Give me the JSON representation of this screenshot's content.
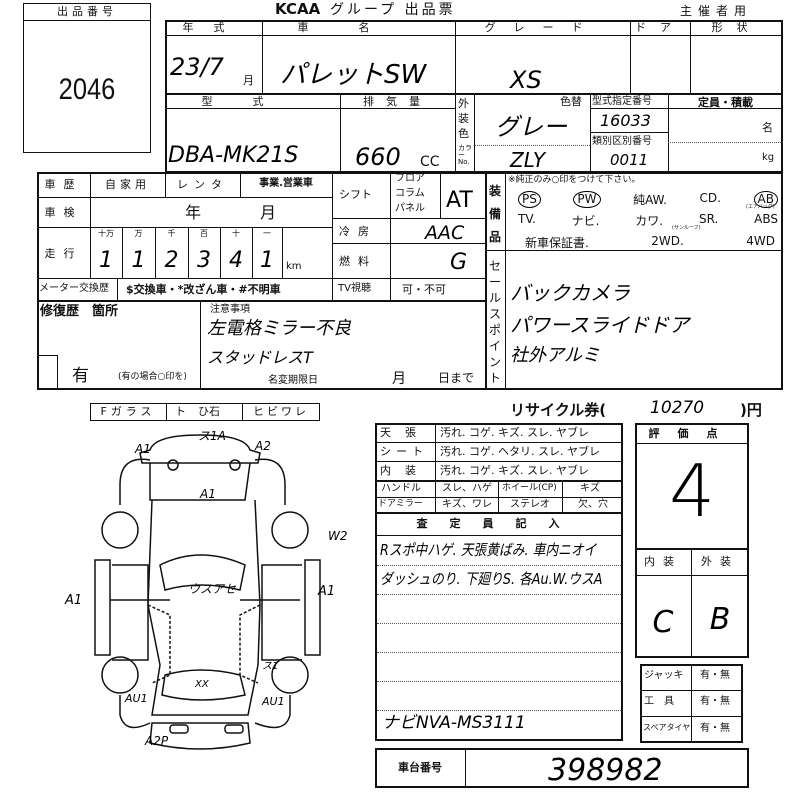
{
  "header": {
    "title_brand": "KCAA",
    "title": "グループ 出品票",
    "organizer": "主催者用"
  },
  "lot": {
    "label": "出品番号",
    "number": "2046"
  },
  "top": {
    "year_label": "年式",
    "year": "23/7",
    "month_unit": "月",
    "name_label": "車名",
    "name": "パレットSW",
    "grade_label": "グレード",
    "grade": "XS",
    "door_label": "ドア",
    "shape_label": "形状",
    "model_label": "型式",
    "model": "DBA-MK21S",
    "displacement_label": "排気量",
    "displacement": "660",
    "cc": "CC",
    "exterior_label": "外装色",
    "color_no_label": "カラーNo.",
    "color_change": "色替",
    "color": "グレー",
    "color_no": "ZLY",
    "type_no_label": "型式指定番号",
    "type_no": "16033",
    "class_no_label": "類別区別番号",
    "class_no": "0011",
    "capacity_label": "定員・積載",
    "persons_unit": "名",
    "kg_unit": "kg"
  },
  "history": {
    "label": "車歴",
    "options": [
      "自家用",
      "レンタ",
      "事業.営業車"
    ],
    "inspection_label": "車検",
    "inspection_year": "年",
    "inspection_month": "月",
    "mileage_label": "走行",
    "digit_labels": [
      "十万",
      "万",
      "千",
      "百",
      "十",
      "一"
    ],
    "digits": [
      "1",
      "1",
      "2",
      "3",
      "4",
      "1"
    ],
    "km": "km",
    "meter_label": "メーター交換歴",
    "meter_options": "$交換車・*改ざん車・#不明車",
    "repair_label": "修復歴　箇所",
    "repair_value": "有",
    "repair_note": "(有の場合○印を)",
    "notes_label": "注意事項",
    "notes": [
      "左電格ミラー不良",
      "スタッドレスT"
    ],
    "name_change_label": "名変期限日",
    "name_change_month": "月",
    "name_change_day": "日まで"
  },
  "mid": {
    "shift_label": "シフト",
    "shift_options": [
      "フロア",
      "コラム",
      "パネル"
    ],
    "shift": "AT",
    "ac_label": "冷房",
    "ac": "AAC",
    "fuel_label": "燃料",
    "fuel": "G",
    "tv_label": "TV視聴",
    "tv_options": "可・不可"
  },
  "equipment": {
    "label": "装備品",
    "note": "※純正のみ○印をつけて下さい。",
    "row1": [
      "PS",
      "PW",
      "純AW.",
      "CD.",
      "AB"
    ],
    "ab_sub": "(エアバッグ)",
    "row2": [
      "TV.",
      "ナビ.",
      "カワ.",
      "SR.",
      "ABS"
    ],
    "sr_sub": "(サンルーフ)",
    "row3": [
      "新車保証書.",
      "2WD.",
      "4WD"
    ]
  },
  "sales_point": {
    "label": "セールスポイント",
    "items": [
      "バックカメラ",
      "パワースライドドア",
      "社外アルミ"
    ]
  },
  "glass": {
    "label": "Fガラス",
    "options": [
      "ト",
      "ひ石",
      "ヒビワレ"
    ]
  },
  "diagram": {
    "marks": [
      "ス1A",
      "A1",
      "A2",
      "A1",
      "W2",
      "A1",
      "A1",
      "ウスアセ",
      "ス1",
      "XX",
      "AU1",
      "AU1",
      "A2P"
    ]
  },
  "recycle": {
    "label": "リサイクル券(",
    "value": "10270",
    "unit": ")円"
  },
  "interior": {
    "rows": [
      {
        "label": "天張",
        "items": "汚れ. コゲ. キズ. スレ. ヤブレ"
      },
      {
        "label": "シート",
        "items": "汚れ. コゲ. ヘタリ. スレ. ヤブレ"
      },
      {
        "label": "内装",
        "items": "汚れ. コゲ. キズ. スレ. ヤブレ"
      }
    ],
    "handle_label": "ハンドル",
    "handle_items": "スレ、ハゲ",
    "wheel_label": "ホイール(CP)",
    "wheel_items": "キズ",
    "mirror_label": "ドアミラー",
    "mirror_items": "キズ、ワレ",
    "stereo_label": "ステレオ",
    "stereo_items": "欠、穴",
    "inspector_label": "査定員記入",
    "inspector_notes": [
      "Rスポ中ハゲ. 天張黄ばみ. 車内ニオイ",
      "ダッシュのり. 下廻りS. 各Au.W.ウスA",
      "ナビNVA-MS3111"
    ]
  },
  "score": {
    "label": "評価点",
    "value": "4",
    "interior_label": "内装",
    "exterior_label": "外装",
    "interior": "C",
    "exterior": "B"
  },
  "accessories": [
    {
      "label": "ジャッキ",
      "value": "有・無"
    },
    {
      "label": "工　具",
      "value": "有・無"
    },
    {
      "label": "スペアタイヤ",
      "value": "有・無"
    }
  ],
  "chassis": {
    "label": "車台番号",
    "value": "398982"
  }
}
